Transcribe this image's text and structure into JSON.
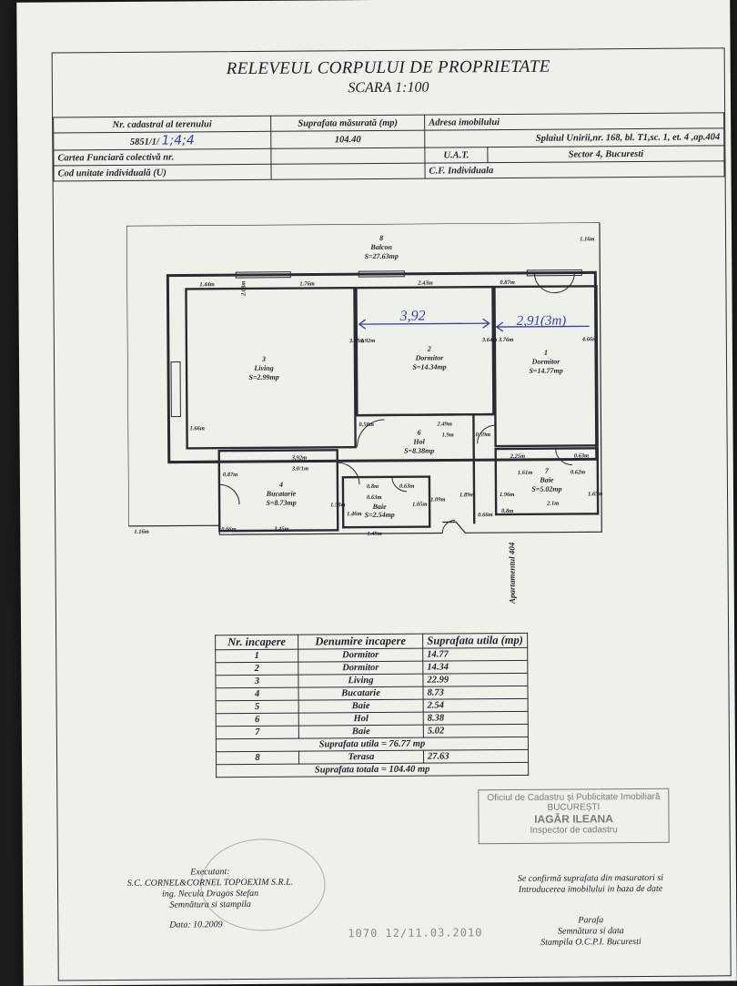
{
  "header": {
    "title": "RELEVEUL CORPULUI DE PROPRIETATE",
    "scale": "SCARA 1:100",
    "labels": {
      "cadastral": "Nr. cadastral al terenului",
      "surface": "Suprafata măsurată (mp)",
      "address": "Adresa imobilului",
      "carte": "Cartea Funciară colectivă nr.",
      "uat": "U.A.T.",
      "cod": "Cod unitate individuală (U)",
      "cf": "C.F. Individuala"
    },
    "values": {
      "cadastral": "5851/1/",
      "cadastral_handwritten": "1;4;4",
      "surface": "104.40",
      "address": "Splaiul Unirii,nr. 168, bl. T1,sc. 1, et. 4 ,ap.404",
      "uat": "Sector 4, Bucuresti"
    }
  },
  "plan": {
    "balcon": {
      "num": "8",
      "name": "Balcon",
      "area": "S=27.63mp"
    },
    "living": {
      "num": "3",
      "name": "Living",
      "area": "S=2.99mp"
    },
    "dormitor2": {
      "num": "2",
      "name": "Dormitor",
      "area": "S=14.34mp"
    },
    "dormitor1": {
      "num": "1",
      "name": "Dormitor",
      "area": "S=14.77mp"
    },
    "hol": {
      "num": "6",
      "name": "Hol",
      "area": "S=8.38mp"
    },
    "bucatarie": {
      "num": "4",
      "name": "Bucatarie",
      "area": "S=8.73mp"
    },
    "baie5": {
      "name": "Baie",
      "area": "S=2.54mp"
    },
    "baie7": {
      "num": "7",
      "name": "Baie",
      "area": "S=5.02mp"
    },
    "entrance": "Apartamentul 404",
    "handwritten": {
      "a": "3,92",
      "b": "2,91(3m)"
    },
    "dims": [
      "1.44m",
      "1.76m",
      "2.43m",
      "0.87m",
      "2.08m",
      "3.78m",
      "3.92m",
      "3.64m",
      "3.76m",
      "4.66m",
      "1.16m",
      "0.58m",
      "2.49m",
      "1.9m",
      "0.59m",
      "2.25m",
      "0.63m",
      "1.66m",
      "3.92m",
      "3.0/1m",
      "1.61m",
      "0.62m",
      "0.8m",
      "0.63m",
      "0.63m",
      "1.96m",
      "1.65m",
      "2.1m",
      "0.8m",
      "0.87m",
      "1.58m",
      "1.46m",
      "1.05m",
      "1.09m",
      "1.89m",
      "0.66m",
      "1.16m",
      "0.66m",
      "3.45m",
      "1.49m"
    ]
  },
  "rooms_table": {
    "headers": [
      "Nr. incapere",
      "Denumire incapere",
      "Suprafata utila (mp)"
    ],
    "rows": [
      {
        "nr": "1",
        "name": "Dormitor",
        "area": "14.77"
      },
      {
        "nr": "2",
        "name": "Dormitor",
        "area": "14.34"
      },
      {
        "nr": "3",
        "name": "Living",
        "area": "22.99"
      },
      {
        "nr": "4",
        "name": "Bucatarie",
        "area": "8.73"
      },
      {
        "nr": "5",
        "name": "Baie",
        "area": "2.54"
      },
      {
        "nr": "6",
        "name": "Hol",
        "area": "8.38"
      },
      {
        "nr": "7",
        "name": "Baie",
        "area": "5.02"
      }
    ],
    "util_total": "Suprafata utila = 76.77 mp",
    "terasa": {
      "nr": "8",
      "name": "Terasa",
      "area": "27.63"
    },
    "grand_total": "Suprafata totala = 104.40 mp"
  },
  "stamp": {
    "line1": "Oficiul de Cadastru și Publicitate Imobiliară",
    "line2": "BUCUREȘTI",
    "line3": "IAGĂR ILEANA",
    "line4": "Inspector de cadastru"
  },
  "executant": {
    "line1": "Executant:",
    "line2": "S.C. CORNEL&CORNEL TOPOEXIM S.R.L.",
    "line3": "ing. Necula Dragos Stefan",
    "line4": "Semnătura si stampila",
    "date": "Data: 10.2009"
  },
  "confirm": {
    "line1": "Se confirmă suprafata din masuratori si",
    "line2": "Introducerea imobilului in baza de date",
    "line3": "Parafa",
    "line4": "Semnătura si data",
    "line5": "Stampila O.C.P.I. Bucuresti"
  },
  "date_stamp": "1070 12/11.03.2010"
}
